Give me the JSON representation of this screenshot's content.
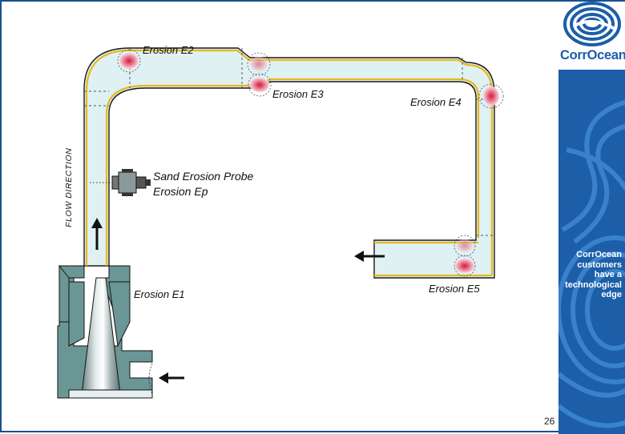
{
  "diagram": {
    "labels": {
      "e2": "Erosion E2",
      "e3": "Erosion E3",
      "e4": "Erosion E4",
      "e5": "Erosion E5",
      "e1": "Erosion E1",
      "probe_line1": "Sand Erosion Probe",
      "probe_line2": "Erosion Ep",
      "flow_direction": "FLOW DIRECTION"
    },
    "colors": {
      "pipe_fill": "#dff1f3",
      "pipe_wall_outer": "#e8b820",
      "nozzle": "#6b9696",
      "erosion_spot": "#e0607a"
    }
  },
  "sidebar": {
    "logo_text": "CorrOcean",
    "tagline": [
      "CorrOcean",
      "customers",
      "have a",
      "technological",
      "edge"
    ],
    "accent_color": "#1c5ea8"
  },
  "slide": {
    "page_number": "26"
  }
}
